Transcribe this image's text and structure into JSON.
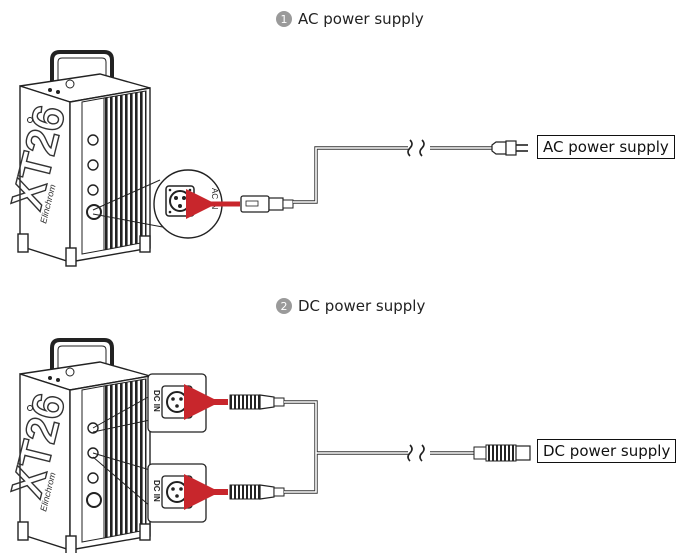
{
  "section_ac": {
    "number": "1",
    "title": "AC power supply",
    "label": "AC power supply",
    "port_label": "AC IN"
  },
  "section_dc": {
    "number": "2",
    "title": "DC power supply",
    "label": "DC power supply",
    "port_label": "DC IN"
  },
  "device": {
    "model": "XT26",
    "brand": "Elinchrom"
  },
  "colors": {
    "arrow": "#c8262c",
    "line": "#222222",
    "title_number_bg": "#9a9a9a"
  }
}
